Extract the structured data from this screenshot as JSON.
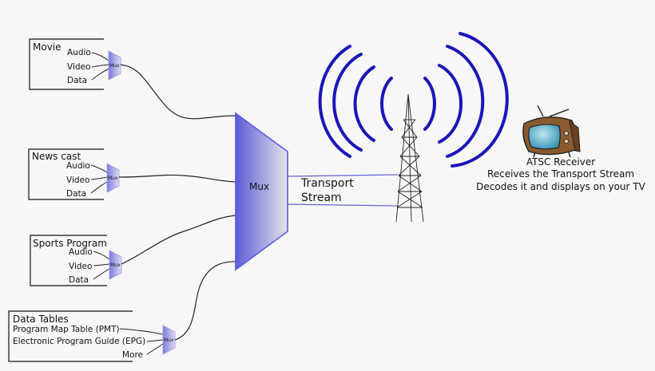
{
  "groups": [
    {
      "title": "Movie",
      "items": [
        "Audio",
        "Video",
        "Data"
      ]
    },
    {
      "title": "News cast",
      "items": [
        "Audio",
        "Video",
        "Data"
      ]
    },
    {
      "title": "Sports Program",
      "items": [
        "Audio",
        "Video",
        "Data"
      ]
    },
    {
      "title": "Data Tables",
      "items": [
        "Program Map Table (PMT)",
        "Electronic Program Guide (EPG)",
        "More"
      ]
    }
  ],
  "small_mux_label": "Mux",
  "main_mux_label": "Mux",
  "transport": {
    "line1": "Transport",
    "line2": "Stream"
  },
  "receiver": {
    "line1": "ATSC Receiver",
    "line2": "Receives the Transport Stream",
    "line3": "Decodes it and displays on your TV"
  },
  "colors": {
    "wave": "#1a16b8",
    "mux_edge": "#5a5ae0",
    "mux_fill": "#6b6bd8"
  }
}
